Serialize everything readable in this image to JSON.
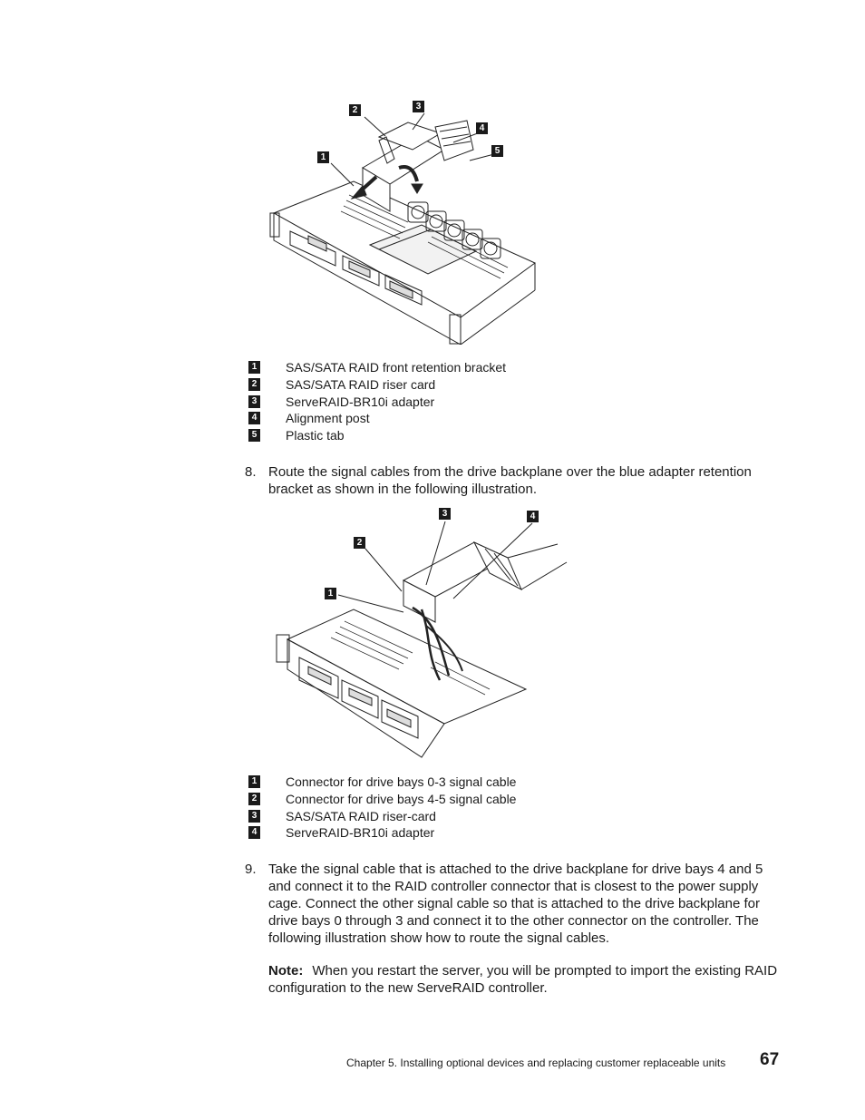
{
  "figure1": {
    "callouts": [
      "1",
      "2",
      "3",
      "4",
      "5"
    ],
    "legend": [
      {
        "num": "1",
        "text": "SAS/SATA RAID front retention bracket"
      },
      {
        "num": "2",
        "text": "SAS/SATA RAID riser card"
      },
      {
        "num": "3",
        "text": "ServeRAID-BR10i adapter"
      },
      {
        "num": "4",
        "text": "Alignment post"
      },
      {
        "num": "5",
        "text": "Plastic tab"
      }
    ]
  },
  "step8": {
    "number": "8.",
    "text": "Route the signal cables from the drive backplane over the blue adapter retention bracket as shown in the following illustration."
  },
  "figure2": {
    "callouts": [
      "1",
      "2",
      "3",
      "4"
    ],
    "legend": [
      {
        "num": "1",
        "text": "Connector for drive bays 0-3 signal cable"
      },
      {
        "num": "2",
        "text": "Connector for drive bays 4-5 signal cable"
      },
      {
        "num": "3",
        "text": "SAS/SATA RAID riser-card"
      },
      {
        "num": "4",
        "text": "ServeRAID-BR10i adapter"
      }
    ]
  },
  "step9": {
    "number": "9.",
    "text": "Take the signal cable that is attached to the drive backplane for drive bays 4 and 5 and connect it to the RAID controller connector that is closest to the power supply cage. Connect the other signal cable so that is attached to the drive backplane for drive bays 0 through 3 and connect it to the other connector on the controller. The following illustration show how to route the signal cables."
  },
  "note": {
    "label": "Note:",
    "text": "When you restart the server, you will be prompted to import the existing RAID configuration to the new ServeRAID controller."
  },
  "footer": {
    "chapter": "Chapter 5. Installing optional devices and replacing customer replaceable units",
    "page_number": "67"
  }
}
